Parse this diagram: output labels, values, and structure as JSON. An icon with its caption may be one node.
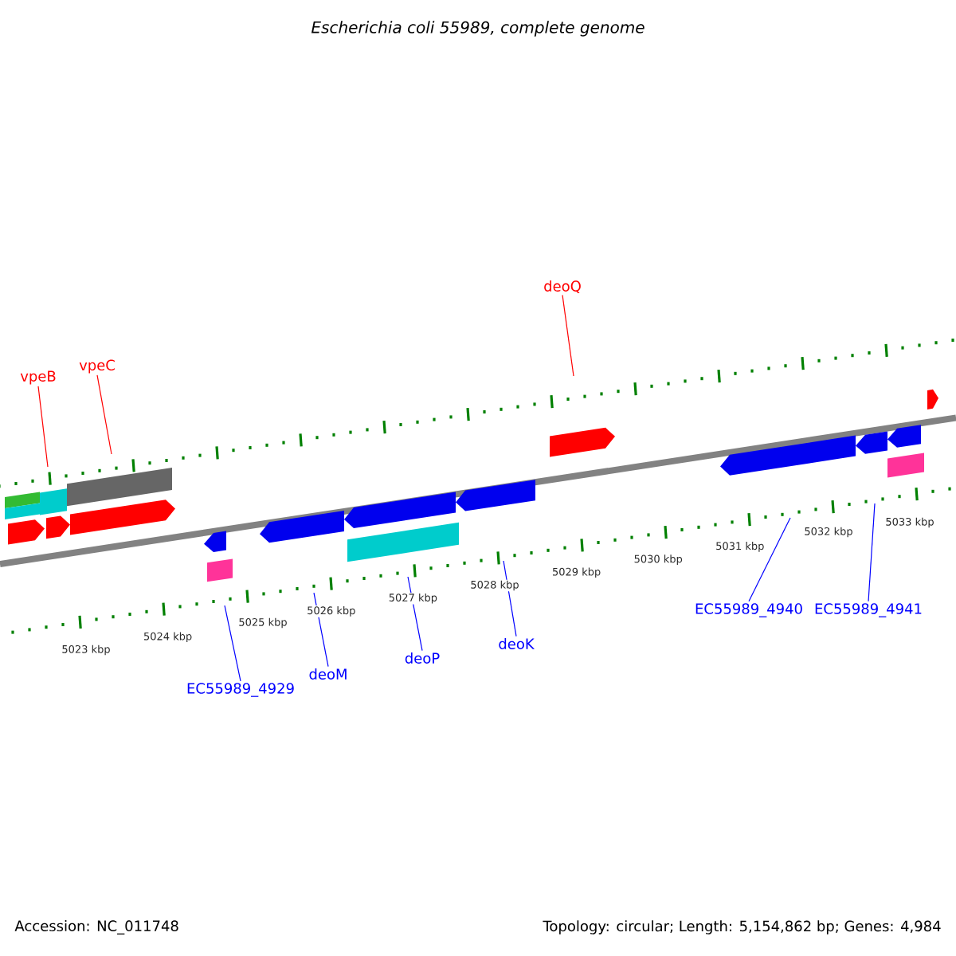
{
  "diagram": {
    "title": "Escherichia coli 55989, complete genome",
    "nodes": [
      {
        "text": [
          "vpeB"
        ]
      },
      {
        "text": [
          "vpeC"
        ]
      },
      {
        "text": [
          "deoQ"
        ]
      },
      {
        "text": [
          "EC55989_4929"
        ]
      },
      {
        "text": [
          "deoM"
        ]
      },
      {
        "text": [
          "deoP"
        ]
      },
      {
        "text": [
          "deoK"
        ]
      },
      {
        "text": [
          "EC55989_4940"
        ]
      },
      {
        "text": [
          "EC55989_4941"
        ]
      }
    ],
    "edges": [
      {
        "from": 0,
        "to": null,
        "arrow": "none",
        "color": "#ff0000"
      },
      {
        "from": 1,
        "to": null,
        "arrow": "none",
        "color": "#ff0000"
      },
      {
        "from": 2,
        "to": null,
        "arrow": "none",
        "color": "#ff0000"
      },
      {
        "from": 3,
        "to": null,
        "arrow": "none"
      },
      {
        "from": 4,
        "to": null,
        "arrow": "none"
      },
      {
        "from": 5,
        "to": null,
        "arrow": "none"
      },
      {
        "from": 6,
        "to": null,
        "arrow": "none"
      },
      {
        "from": 7,
        "to": null,
        "arrow": "none"
      },
      {
        "from": 8,
        "to": null,
        "arrow": "none"
      }
    ],
    "labels": [
      "5023 kbp",
      "5024 kbp",
      "5025 kbp",
      "5026 kbp",
      "5027 kbp",
      "5028 kbp",
      "5029 kbp",
      "5030 kbp",
      "5031 kbp",
      "5032 kbp",
      "5033 kbp",
      "Accession: NC_011748",
      "Topology: circular; Length: 5,154,862 bp; Genes: 4,984"
    ]
  }
}
